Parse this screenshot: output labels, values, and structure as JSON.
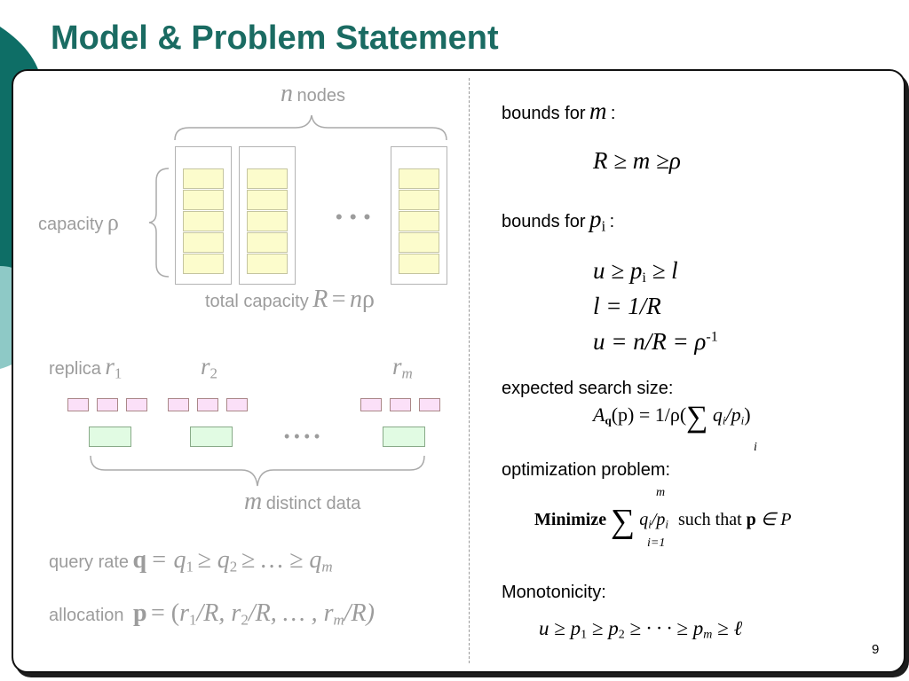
{
  "slide": {
    "title": "Model & Problem Statement",
    "page_number": "9"
  },
  "left": {
    "nodes_var": "n",
    "nodes_label": "nodes",
    "capacity_label": "capacity",
    "rho": "ρ",
    "dots": "• • •",
    "total_capacity_label": "total capacity",
    "total_R": "R",
    "total_eq": "=",
    "total_n": "n",
    "replica_label": "replica",
    "r": "r",
    "sub_1": "1",
    "sub_2": "2",
    "sub_m": "m",
    "data_dots": "• • • •",
    "m_var": "m",
    "distinct_label": "distinct data",
    "query_label": "query rate",
    "query_q": "q",
    "query_rest": "= q",
    "query_ge": "≥ q",
    "query_dots": "≥ … ≥ q",
    "alloc_label": "allocation",
    "alloc_p": "p",
    "alloc_eq": "= (",
    "alloc_r1": "r",
    "alloc_slash": "/R, r",
    "alloc_dots": "/R, … , r",
    "alloc_end": "/R)"
  },
  "right": {
    "bounds_m_label": "bounds for",
    "bounds_m_var": "m",
    "colon": ":",
    "eq_m": "R ≥ m ≥ρ",
    "bounds_p_label": "bounds for",
    "bounds_p_var": "p",
    "bounds_p_sub": "i",
    "eq_p_a": "u ≥ p",
    "eq_p_b": "≥ l",
    "eq_l": "l = 1/R",
    "eq_u": "u = n/R = ρ",
    "eq_u_sup": "-1",
    "search_label": "expected search size:",
    "search_A": "A",
    "search_q": "q",
    "search_mid": "(p) = 1/ρ(",
    "search_sum": "∑",
    "search_i": "i",
    "search_terms": "q",
    "search_end": "/p",
    "search_close": ")",
    "opt_label": "optimization problem:",
    "opt_min": "Minimize",
    "opt_sum_top": "m",
    "opt_sum_bottom": "i=1",
    "opt_such": "such that",
    "opt_p": "p",
    "opt_in": "∈ P",
    "mono_label": "Monotonicity:",
    "mono_eq": "u ≥ p",
    "mono_b": "≥ p",
    "mono_c": "≥ · · · ≥ p",
    "mono_d": "≥ ℓ"
  },
  "colors": {
    "title": "#1a6b62",
    "teal_dark": "#0e6e66",
    "teal_light": "#8ec9c6"
  }
}
